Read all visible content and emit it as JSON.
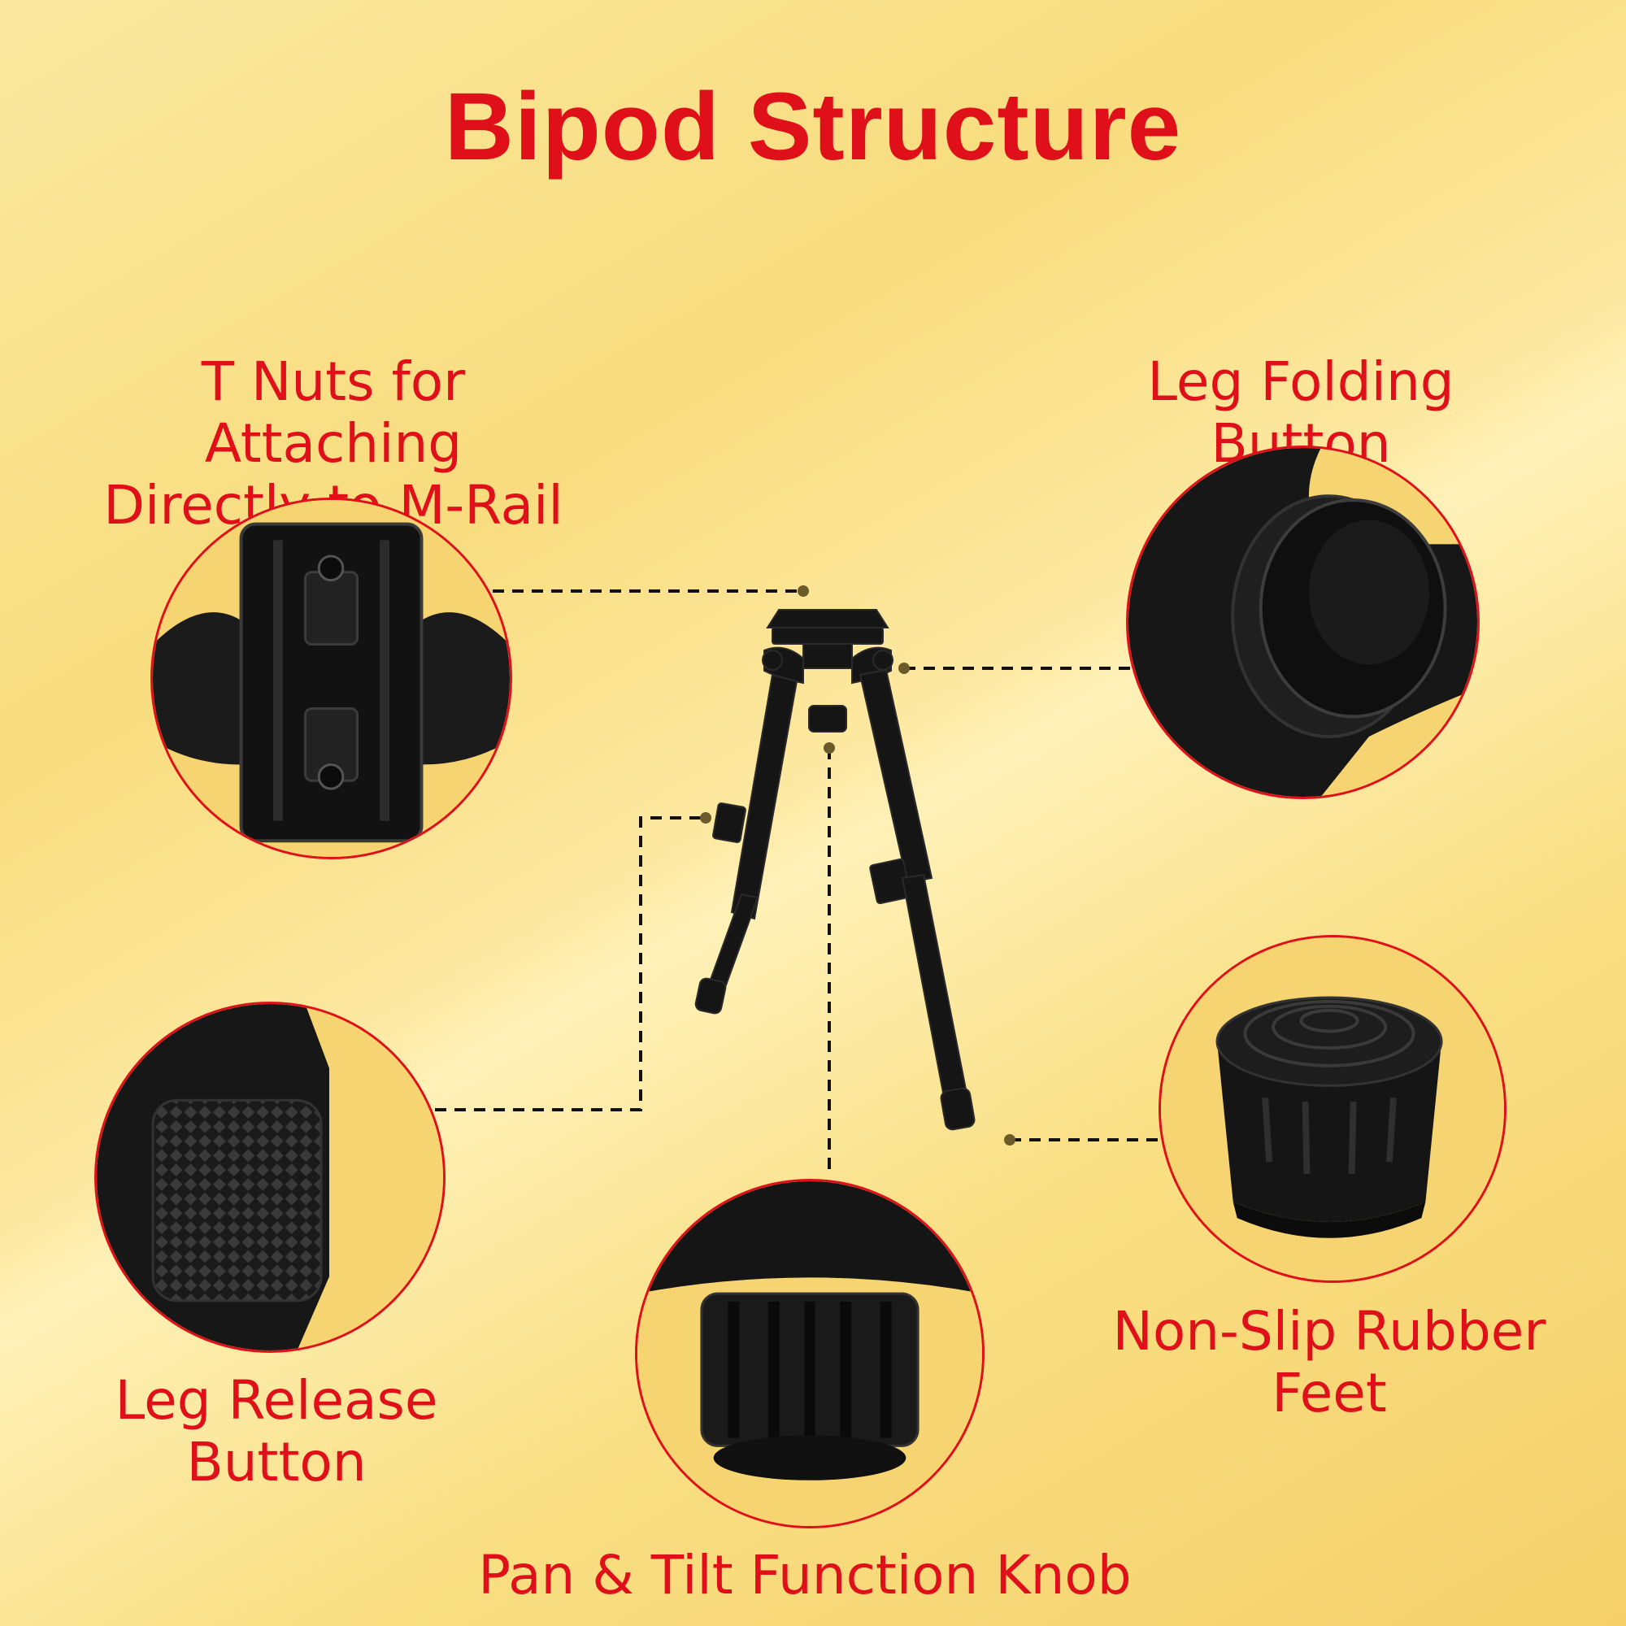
{
  "title": "Bipod Structure",
  "labels": {
    "tnuts_line1": "T Nuts for Attaching",
    "tnuts_line2": "Directly to M-Rail",
    "leg_folding": "Leg Folding Button",
    "leg_release": "Leg Release Button",
    "rubber_feet": "Non-Slip Rubber Feet",
    "pan_tilt": "Pan & Tilt Function Knob"
  },
  "icons": {
    "tnuts": "t-nut-mount-icon",
    "folding": "folding-button-icon",
    "release": "release-button-icon",
    "feet": "rubber-foot-icon",
    "knob": "pan-tilt-knob-icon",
    "bipod": "bipod-icon"
  },
  "colors": {
    "accent": "#e0101a",
    "product": "#151515",
    "background": "#f8dc7e"
  }
}
